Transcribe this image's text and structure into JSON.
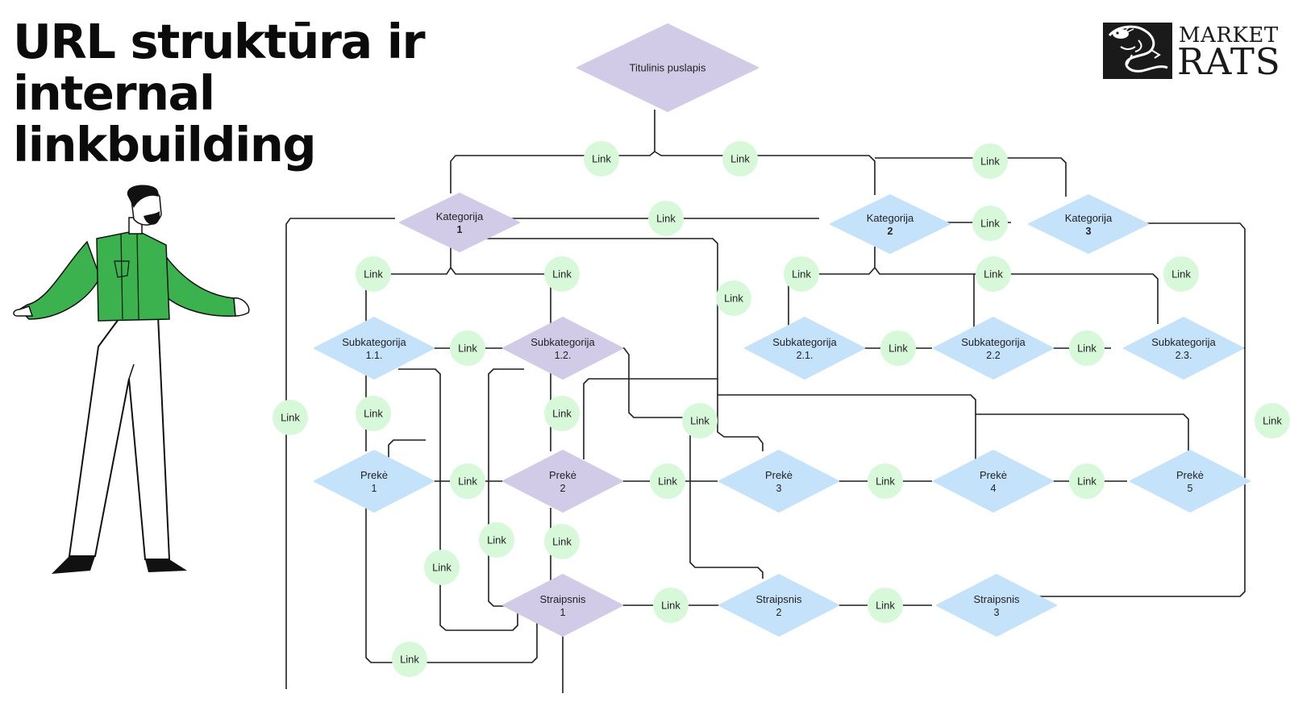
{
  "title": {
    "line1": "URL struktūra ir",
    "line2": "internal",
    "line3": "linkbuilding"
  },
  "logo": {
    "word1": "MARKET",
    "word2": "RATS",
    "icon": "rat-icon"
  },
  "colors": {
    "purple_node": "#d2cbe7",
    "blue_node": "#c5e2fb",
    "link_circle": "#d8f8da",
    "edge": "#1f1f1f",
    "shirt": "#3cb24f"
  },
  "nodes": {
    "home": "Titulinis puslapis",
    "kat1": [
      "Kategorija",
      "1"
    ],
    "kat2": [
      "Kategorija",
      "2"
    ],
    "kat3": [
      "Kategorija",
      "3"
    ],
    "sub11": [
      "Subkategorija",
      "1.1."
    ],
    "sub12": [
      "Subkategorija",
      "1.2."
    ],
    "sub21": [
      "Subkategorija",
      "2.1."
    ],
    "sub22": [
      "Subkategorija",
      "2.2"
    ],
    "sub23": [
      "Subkategorija",
      "2.3."
    ],
    "p1": [
      "Prekė",
      "1"
    ],
    "p2": [
      "Prekė",
      "2"
    ],
    "p3": [
      "Prekė",
      "3"
    ],
    "p4": [
      "Prekė",
      "4"
    ],
    "p5": [
      "Prekė",
      "5"
    ],
    "s1": [
      "Straipsnis",
      "1"
    ],
    "s2": [
      "Straipsnis",
      "2"
    ],
    "s3": [
      "Straipsnis",
      "3"
    ]
  },
  "link_label": "Link"
}
